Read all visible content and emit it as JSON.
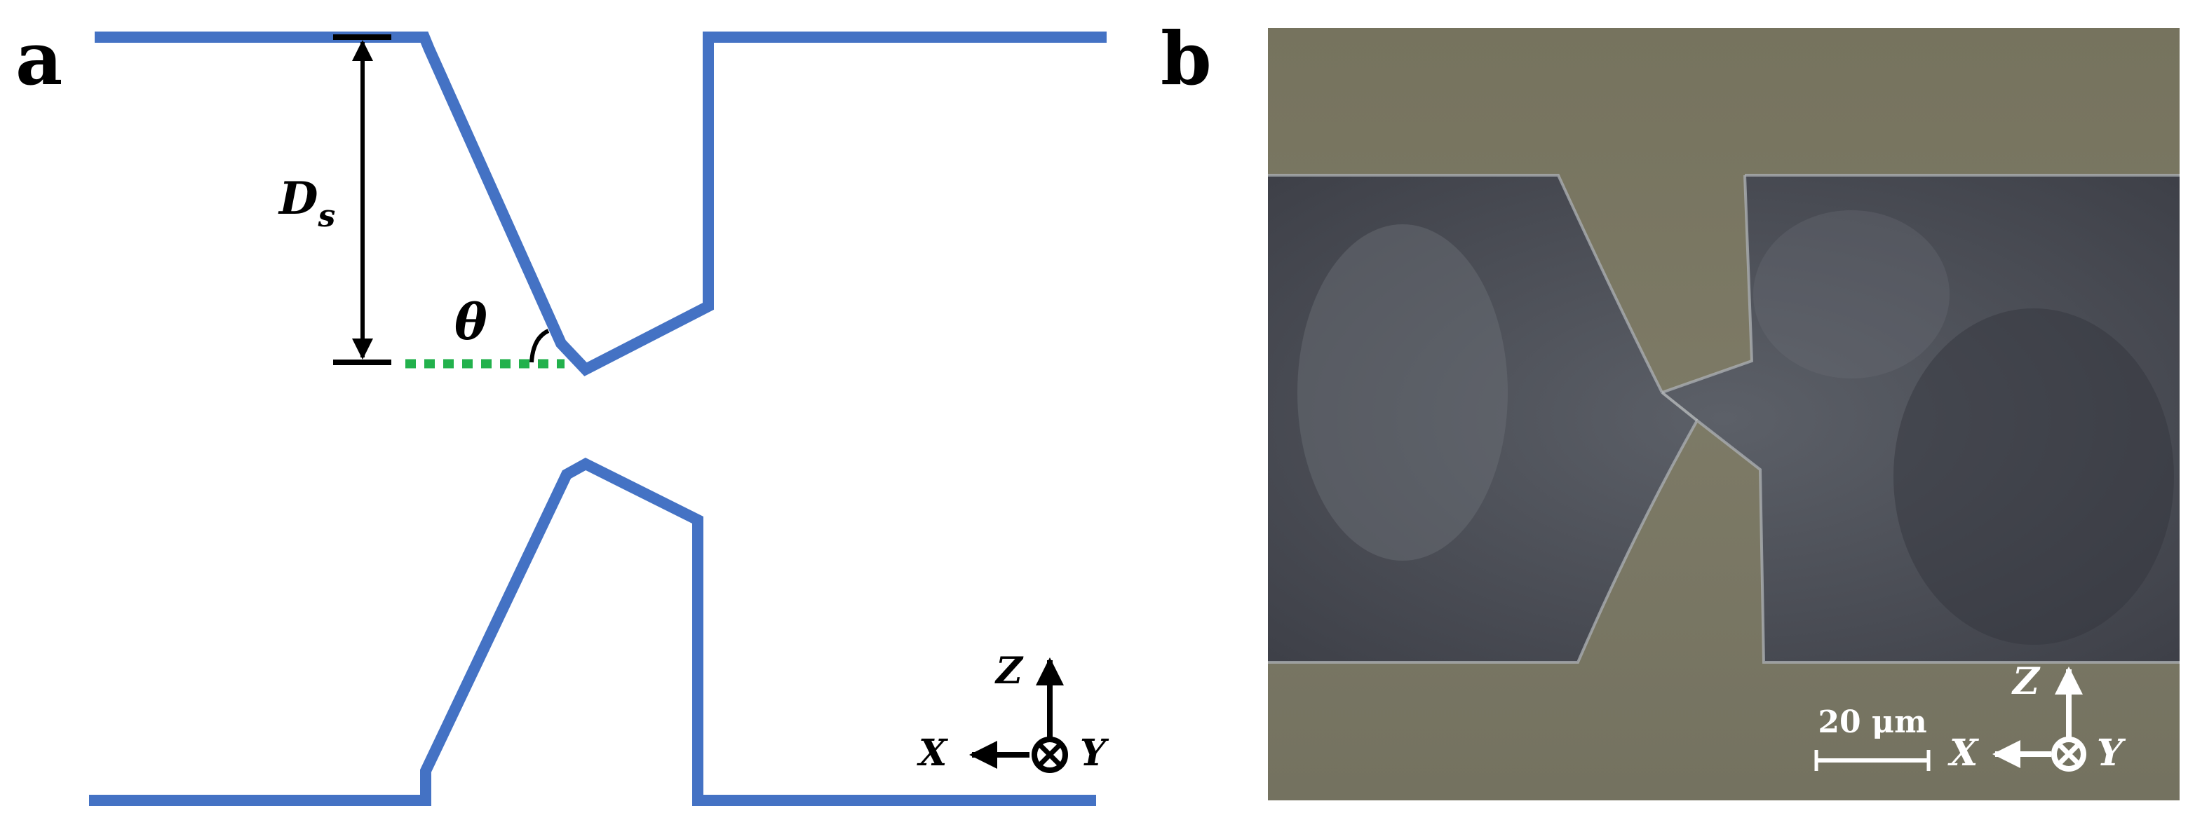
{
  "panel_a": {
    "label": "a",
    "dimension_symbol": "D",
    "dimension_subscript": "s",
    "angle_symbol": "θ",
    "axes": {
      "x": "X",
      "y": "Y",
      "z": "Z"
    }
  },
  "panel_b": {
    "label": "b",
    "scale_bar_label": "20 μm",
    "axes": {
      "x": "X",
      "y": "Y",
      "z": "Z"
    }
  },
  "colors": {
    "channel_outline": "#4472C4",
    "angle_reference": "#22B14C",
    "micrograph_background": "#7A7660",
    "micrograph_channel": "#4A4D55"
  }
}
